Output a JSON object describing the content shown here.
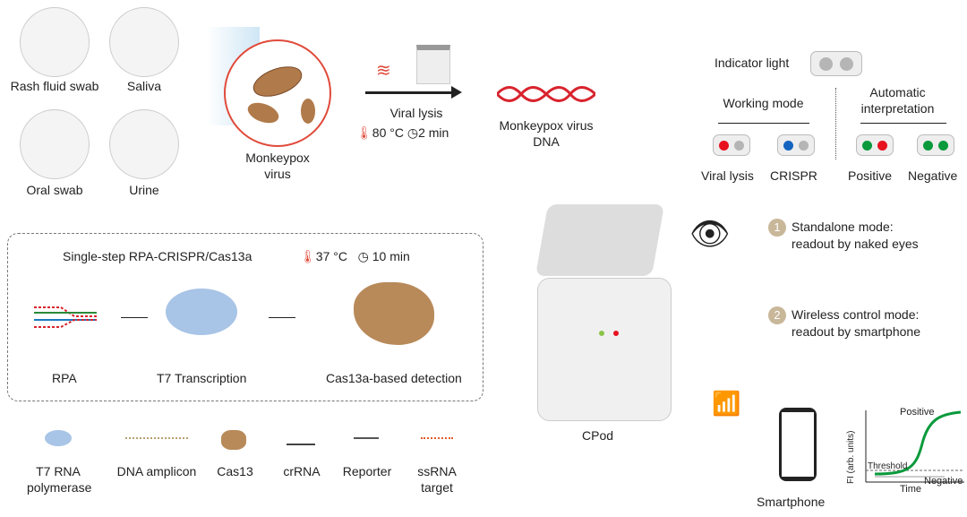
{
  "samples": [
    "Rash fluid swab",
    "Saliva",
    "Oral swab",
    "Urine"
  ],
  "virus": {
    "label": "Monkeypox\nvirus",
    "line1": "Monkeypox",
    "line2": "virus"
  },
  "lysis": {
    "label": "Viral lysis",
    "temp": "80 °C",
    "time": "2 min"
  },
  "dna": {
    "line1": "Monkeypox virus",
    "line2": "DNA"
  },
  "indicator": {
    "title": "Indicator light",
    "working_mode": "Working mode",
    "auto_line1": "Automatic",
    "auto_line2": "interpretation",
    "states": [
      {
        "label": "Viral lysis",
        "left": "#e8121f",
        "right": "#b5b5b5"
      },
      {
        "label": "CRISPR",
        "left": "#1565c0",
        "right": "#b5b5b5"
      },
      {
        "label": "Positive",
        "left": "#0a9a3c",
        "right": "#e8121f"
      },
      {
        "label": "Negative",
        "left": "#0a9a3c",
        "right": "#0a9a3c"
      }
    ]
  },
  "reaction": {
    "title": "Single-step RPA-CRISPR/Cas13a",
    "temp": "37 °C",
    "time": "10 min",
    "steps": [
      "RPA",
      "T7 Transcription",
      "Cas13a-based detection"
    ]
  },
  "device": {
    "label": "CPod"
  },
  "modes": [
    {
      "num": "1",
      "line1": "Standalone mode:",
      "line2": "readout by naked eyes"
    },
    {
      "num": "2",
      "line1": "Wireless control mode:",
      "line2": "readout by smartphone"
    }
  ],
  "smartphone": {
    "label": "Smartphone"
  },
  "plot": {
    "ylabel": "FI (arb. units)",
    "xlabel": "Time",
    "positive": "Positive",
    "negative": "Negative",
    "threshold": "Threshold"
  },
  "legend": [
    {
      "l1": "T7 RNA",
      "l2": "polymerase"
    },
    {
      "l1": "DNA amplicon",
      "l2": ""
    },
    {
      "l1": "Cas13",
      "l2": ""
    },
    {
      "l1": "crRNA",
      "l2": ""
    },
    {
      "l1": "Reporter",
      "l2": ""
    },
    {
      "l1": "ssRNA",
      "l2": "target"
    }
  ]
}
